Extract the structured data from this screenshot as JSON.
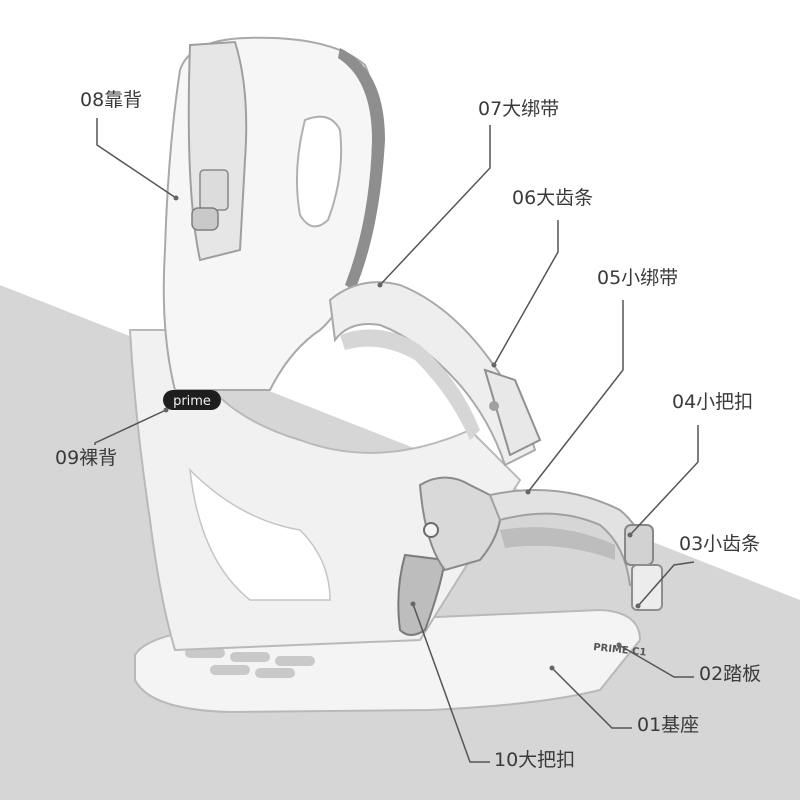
{
  "diagram": {
    "colors": {
      "background": "#ffffff",
      "floor": "#d6d6d6",
      "binding_body": "#f4f4f4",
      "binding_outline": "#b9b9b9",
      "accent_gray": "#8e8e8e",
      "leader_line": "#555555",
      "label_text": "#3a3a3a"
    },
    "logo": {
      "highback_badge": "prime",
      "footbed_mark": "PRIME C1"
    },
    "labels": {
      "p01": "01基座",
      "p02": "02踏板",
      "p03": "03小齿条",
      "p04": "04小把扣",
      "p05": "05小绑带",
      "p06": "06大齿条",
      "p07": "07大绑带",
      "p08": "08靠背",
      "p09": "09裸背",
      "p10": "10大把扣"
    }
  }
}
